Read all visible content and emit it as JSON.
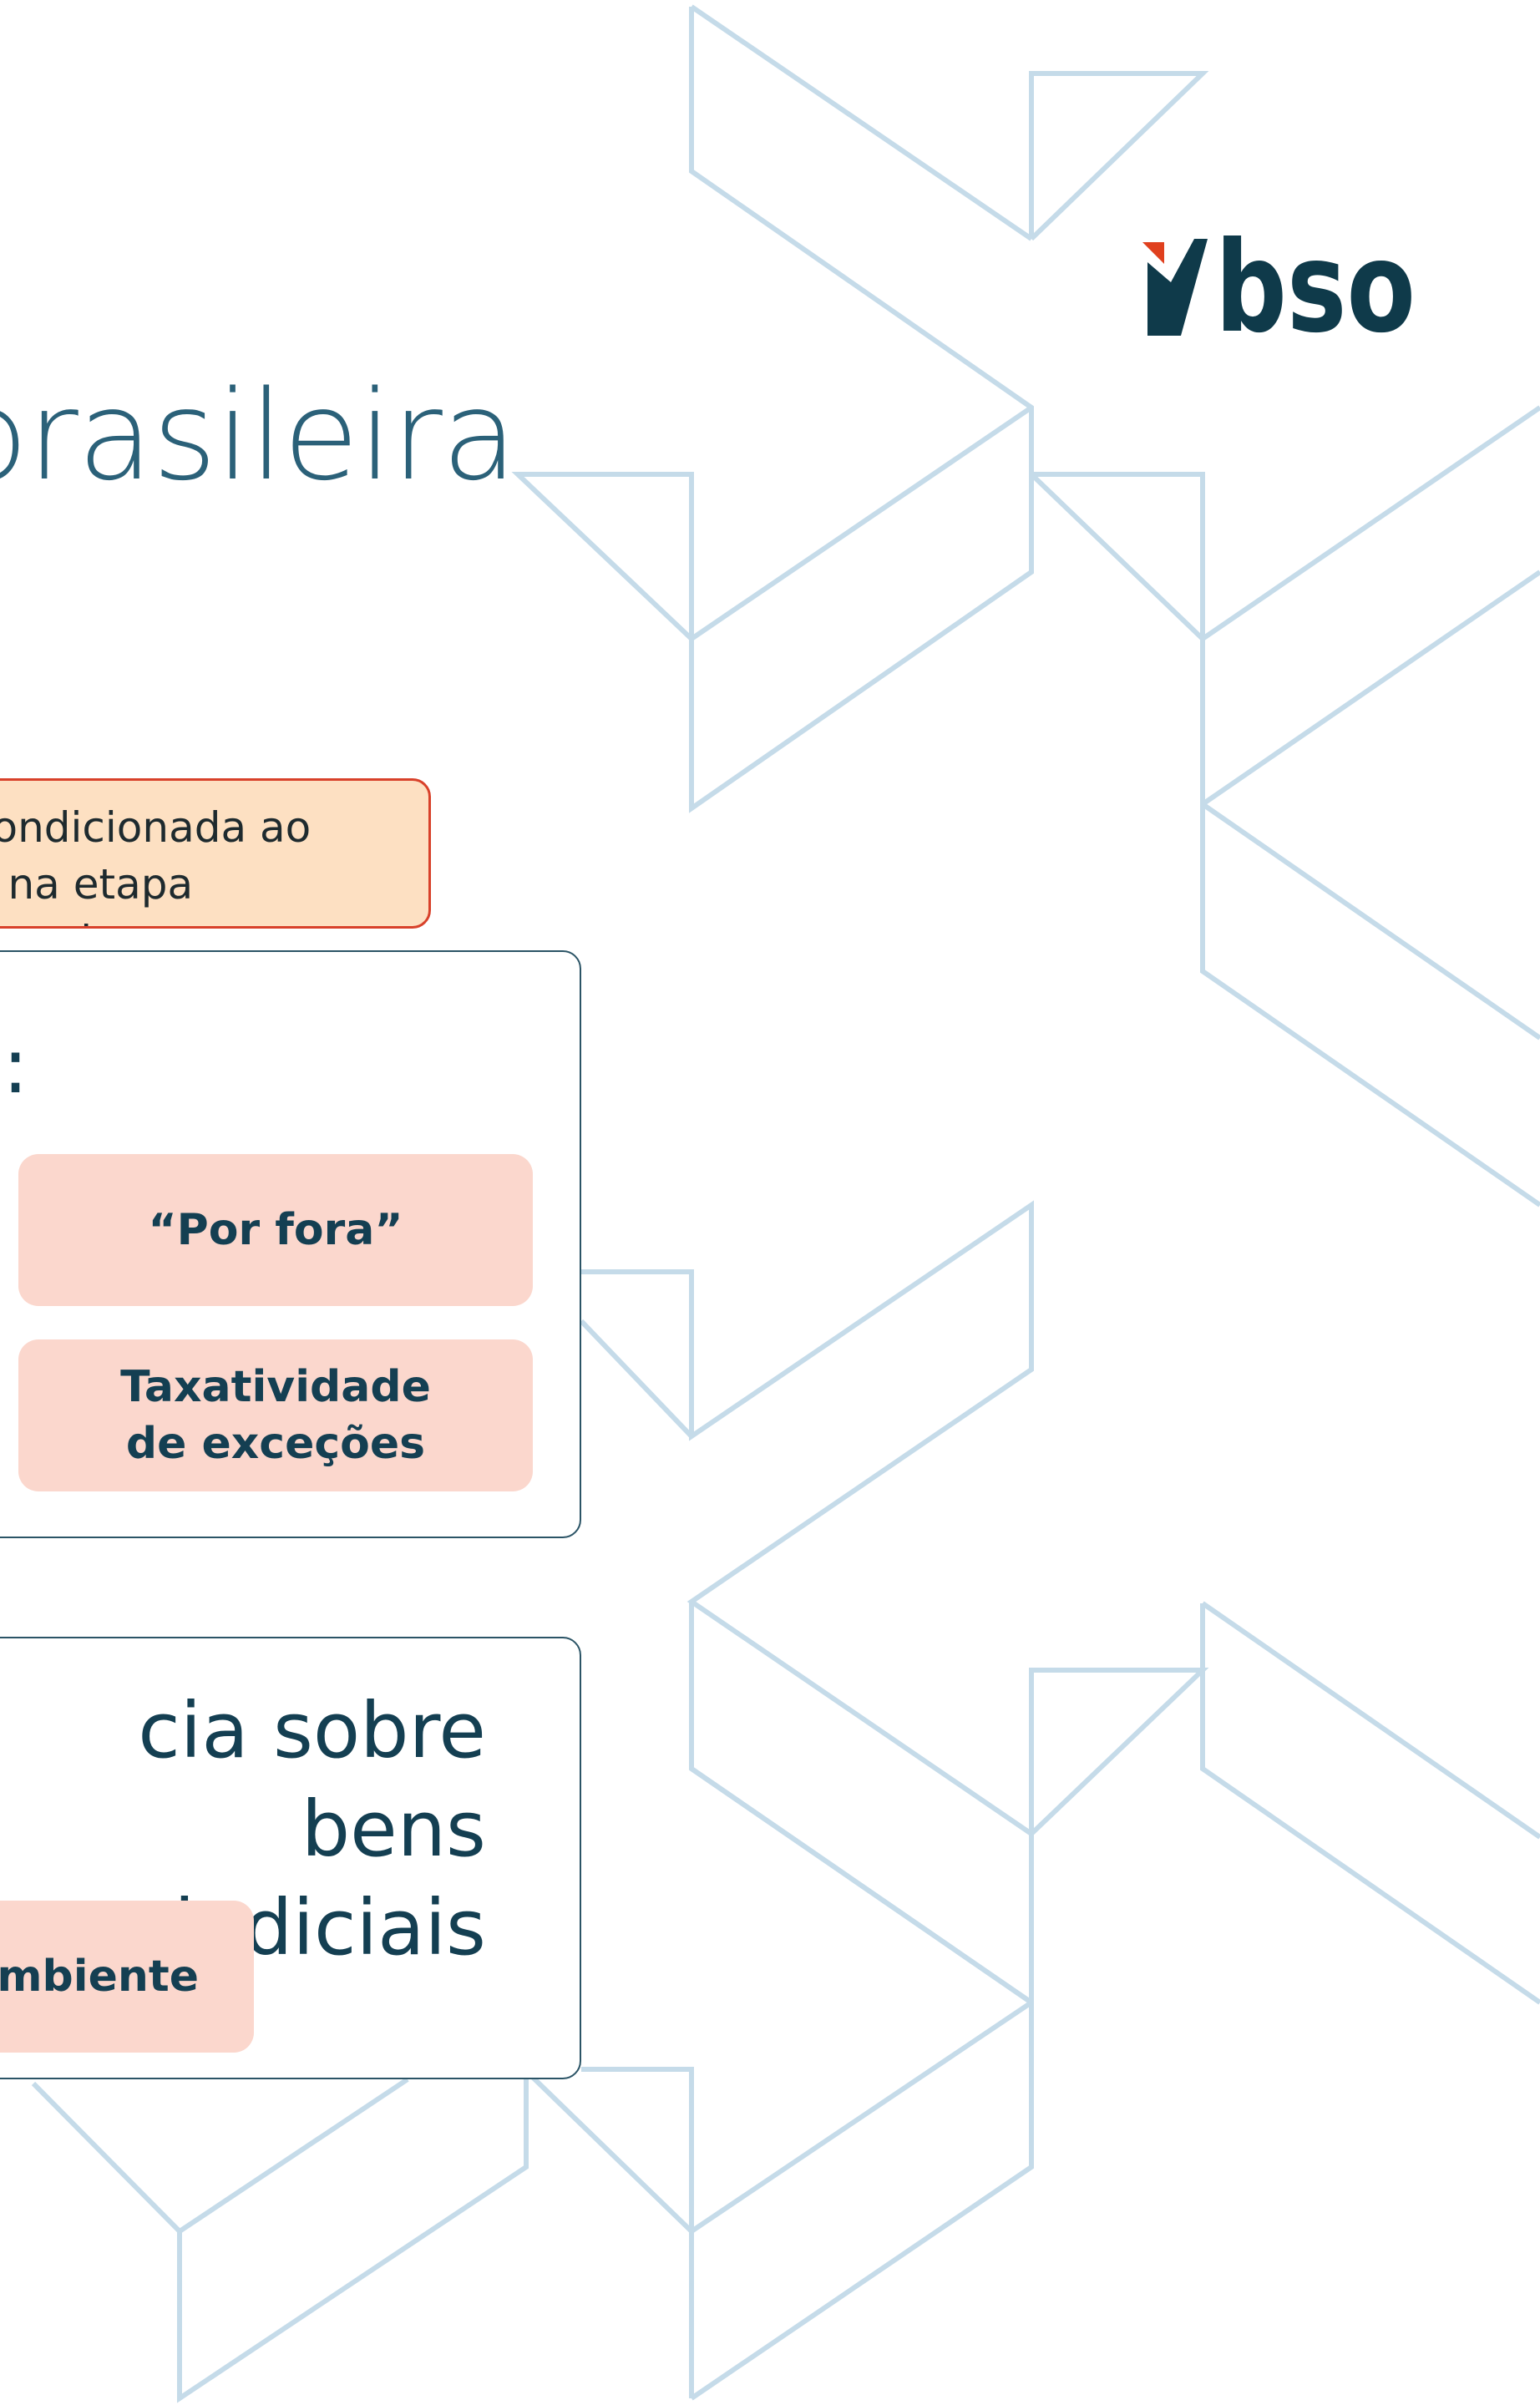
{
  "brand": {
    "logo_text": "vbso",
    "colors": {
      "logo_dark": "#0f3a4a",
      "logo_accent": "#e0401e",
      "pattern_line": "#c5dbe9",
      "title_text": "#2b6179",
      "note_fill": "#fde0c2",
      "note_border": "#d8412a",
      "panel_border": "#2b5466",
      "chip_fill": "#fbd7cd",
      "dark_text": "#143f52"
    }
  },
  "title": "brasileira",
  "note": {
    "text": "condicionada ao\no na etapa anterior"
  },
  "panel_1": {
    "heading": "al:",
    "chips": {
      "por_fora": "“Por fora”",
      "taxatividade": "Taxatividade\nde exceções"
    }
  },
  "panel_2": {
    "heading": "cia sobre bens\nejudiciais",
    "chips": {
      "ambiente": "ambiente"
    }
  }
}
